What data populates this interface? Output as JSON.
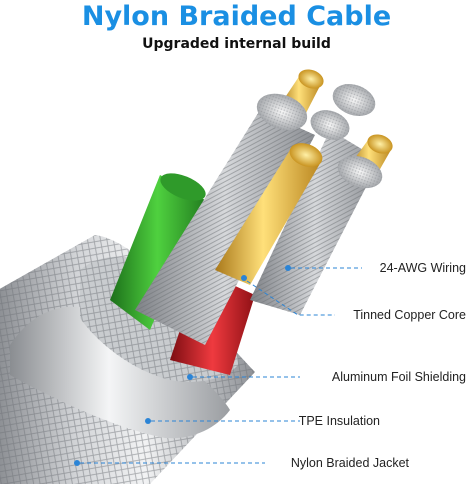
{
  "header": {
    "title": "Nylon Braided Cable",
    "subtitle": "Upgraded internal build"
  },
  "callouts": [
    {
      "label": "24-AWG Wiring"
    },
    {
      "label": "Tinned Copper Core"
    },
    {
      "label": "Aluminum Foil Shielding"
    },
    {
      "label": "TPE Insulation"
    },
    {
      "label": "Nylon Braided Jacket"
    }
  ],
  "colors": {
    "title": "#1a8fe3",
    "leader_line": "#2b84d6",
    "wire_green": "#2f9a2a",
    "wire_red": "#c21b22",
    "gold": "#d9a628",
    "silver": "#b9bcc0"
  }
}
